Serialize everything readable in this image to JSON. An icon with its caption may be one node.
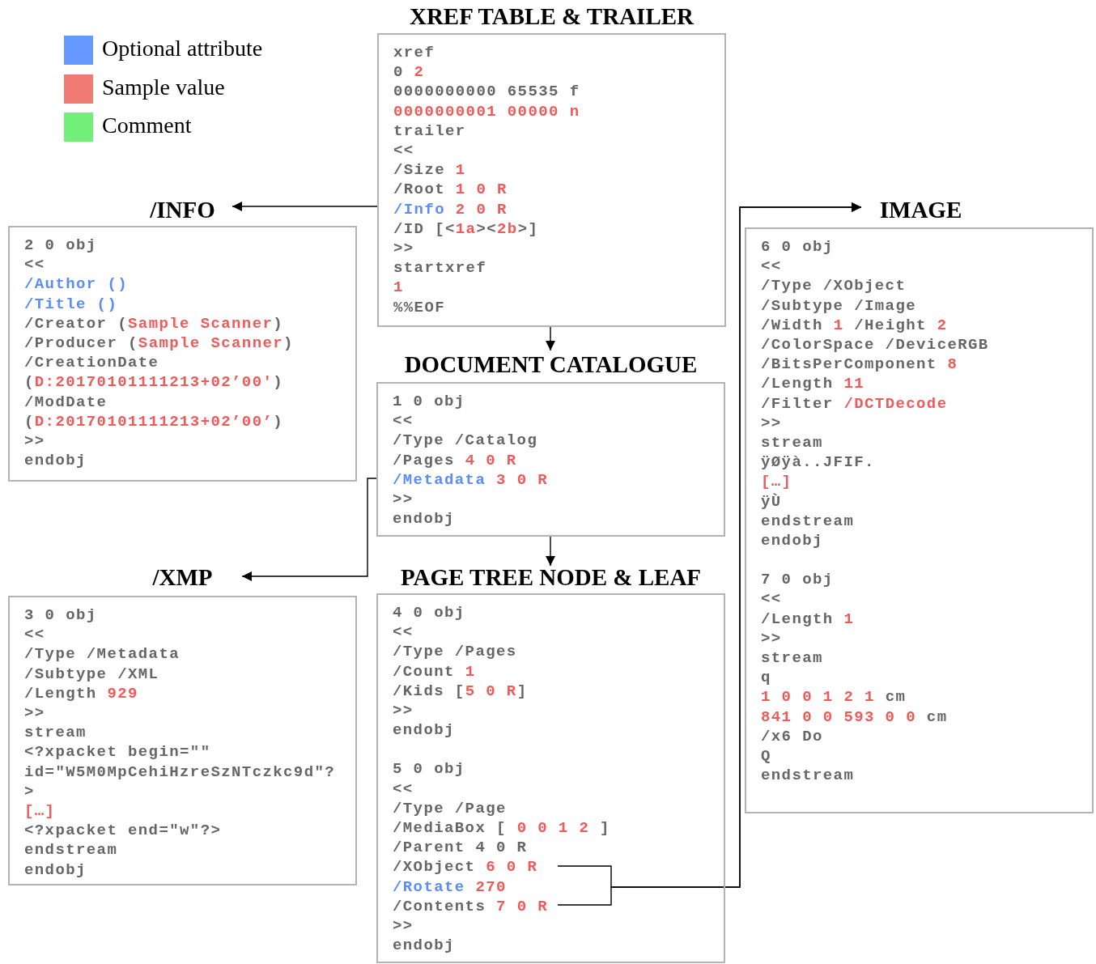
{
  "diagram": {
    "nodes": [
      {
        "text": [
          "XREF TABLE & TRAILER",
          "xref",
          "0 2",
          "0000000000 65535 f",
          "0000000001 00000 n",
          "trailer",
          "<<",
          "/Size 1",
          "/Root 1 0 R",
          "/Info 2 0 R",
          "/ID [<1a><2b>]",
          ">>",
          "startxref",
          "1",
          "%%EOF"
        ]
      },
      {
        "text": [
          "/INFO",
          "2 0 obj",
          "<<",
          "/Author ()",
          "/Title ()",
          "/Creator (Sample Scanner)",
          "/Producer (Sample Scanner)",
          "/CreationDate",
          "(D:20170101111213+02’00')",
          "/ModDate",
          "(D:20170101111213+02’00’)",
          ">>",
          "endobj"
        ]
      },
      {
        "text": [
          "DOCUMENT CATALOGUE",
          "1 0 obj",
          "<<",
          "/Type /Catalog",
          "/Pages 4 0 R",
          "/Metadata 3 0 R",
          ">>",
          "endobj"
        ]
      },
      {
        "text": [
          "/XMP",
          "3 0 obj",
          "<<",
          "/Type /Metadata",
          "/Subtype /XML",
          "/Length 929",
          ">>",
          "stream",
          "<?xpacket begin=\"\" id=\"W5M0MpCehiHzreSzNTczkc9d\"?>",
          "[…]",
          "<?xpacket end=\"w\"?>",
          "endstream",
          "endobj"
        ]
      },
      {
        "text": [
          "PAGE TREE NODE & LEAF",
          "4 0 obj",
          "<<",
          "/Type /Pages",
          "/Count 1",
          "/Kids [5 0 R]",
          ">>",
          "endobj",
          "5 0 obj",
          "<<",
          "/Type /Page",
          "/MediaBox [ 0 0 1 2 ]",
          "/Parent 4 0 R",
          "/XObject 6 0 R",
          "/Rotate 270",
          "/Contents 7 0 R",
          ">>",
          "endobj"
        ]
      },
      {
        "text": [
          "IMAGE",
          "6 0 obj",
          "<<",
          "/Type /XObject",
          "/Subtype /Image",
          "/Width 1 /Height 2",
          "/ColorSpace /DeviceRGB",
          "/BitsPerComponent 8",
          "/Length 11",
          "/Filter /DCTDecode",
          ">>",
          "stream",
          "ÿØÿà..JFIF.",
          "[…]",
          "ÿÙ",
          "endstream",
          "endobj",
          "7 0 obj",
          "<<",
          "/Length 1",
          ">>",
          "stream",
          "q",
          "1 0 0 1 2 1 cm",
          "841 0 0 593 0 0 cm",
          "/x6 Do",
          "Q",
          "endstream"
        ]
      }
    ],
    "edges": [
      {
        "from": 0,
        "to": 1,
        "arrow": "to"
      },
      {
        "from": 0,
        "to": 2,
        "arrow": "to"
      },
      {
        "from": 2,
        "to": 3,
        "arrow": "to"
      },
      {
        "from": 2,
        "to": 4,
        "arrow": "to"
      },
      {
        "from": 4,
        "to": 5,
        "arrow": "to"
      },
      {
        "from": 4,
        "to": 5,
        "arrow": "to"
      }
    ],
    "legend": [
      {
        "text": "Optional attribute",
        "color": "#6699ff"
      },
      {
        "text": "Sample value",
        "color": "#f07a74"
      },
      {
        "text": "Comment",
        "color": "#72ef78"
      }
    ]
  }
}
